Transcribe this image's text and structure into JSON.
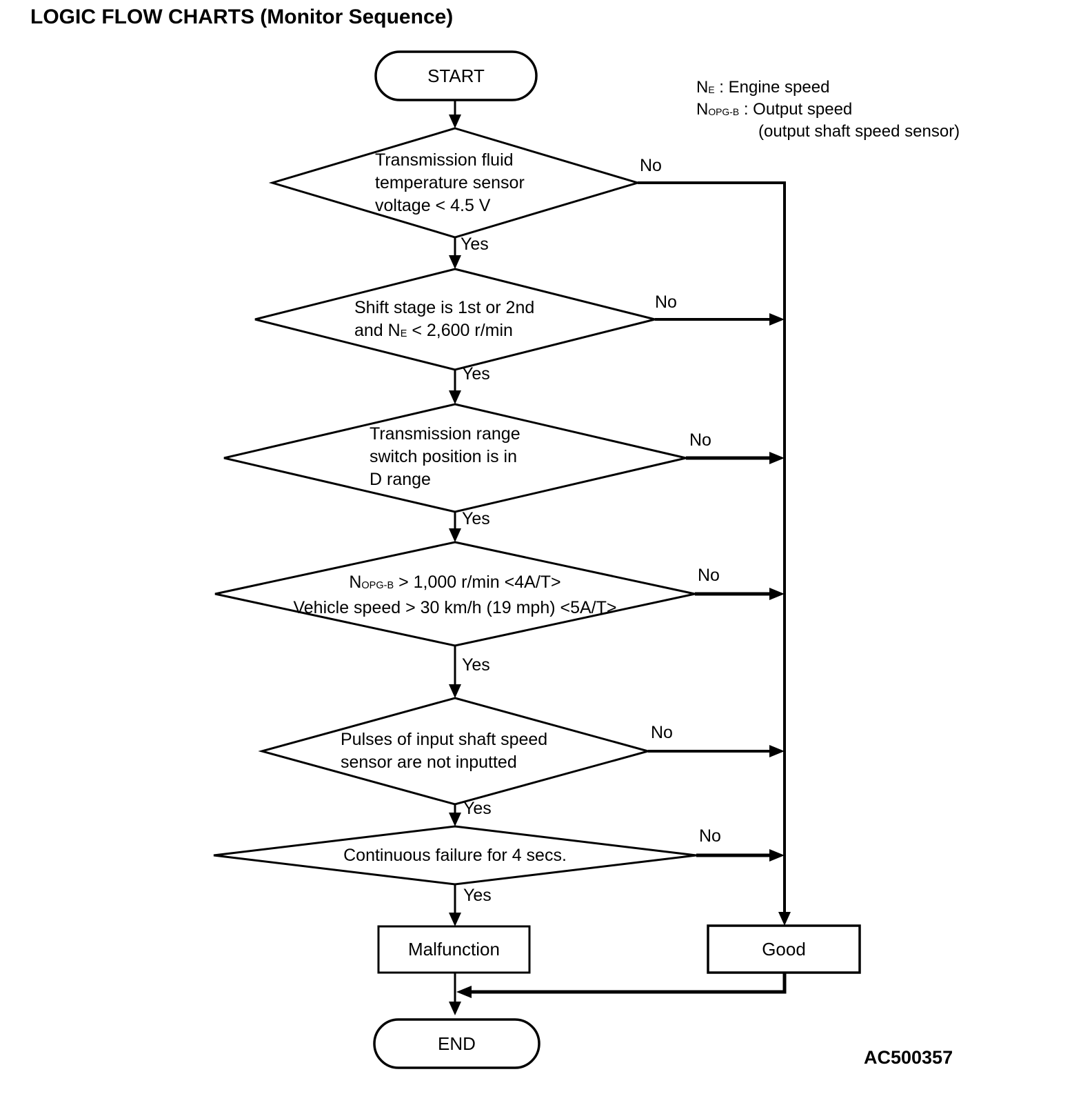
{
  "page": {
    "title": "LOGIC FLOW CHARTS (Monitor Sequence)",
    "figure_code": "AC500357"
  },
  "legend": {
    "engine_speed": {
      "base": "N",
      "sub": "E",
      "rest": " : Engine speed"
    },
    "output_speed": {
      "base": "N",
      "sub": "OPG-B",
      "rest": " : Output speed"
    },
    "output_speed_note": "(output shaft speed sensor)"
  },
  "terminals": {
    "start": "START",
    "end": "END"
  },
  "results": {
    "malfunction": "Malfunction",
    "good": "Good"
  },
  "branch_labels": {
    "yes": "Yes",
    "no": "No"
  },
  "decisions": {
    "d1": {
      "line1": "Transmission fluid",
      "line2": "temperature sensor",
      "line3": "voltage < 4.5 V"
    },
    "d2": {
      "line1": "Shift stage is 1st or 2nd",
      "line2_base": "and N",
      "line2_sub": "E",
      "line2_rest": " < 2,600 r/min"
    },
    "d3": {
      "line1": "Transmission range",
      "line2": "switch position is in",
      "line3": "D range"
    },
    "d4": {
      "line1_base": "N",
      "line1_sub": "OPG-B",
      "line1_rest": " > 1,000 r/min <4A/T>",
      "line2": "Vehicle speed > 30 km/h (19 mph) <5A/T>"
    },
    "d5": {
      "line1": "Pulses of input shaft speed",
      "line2": "sensor are not inputted"
    },
    "d6": {
      "line1": "Continuous failure for 4 secs."
    }
  },
  "colors": {
    "ink": "#000000",
    "paper": "#ffffff"
  }
}
